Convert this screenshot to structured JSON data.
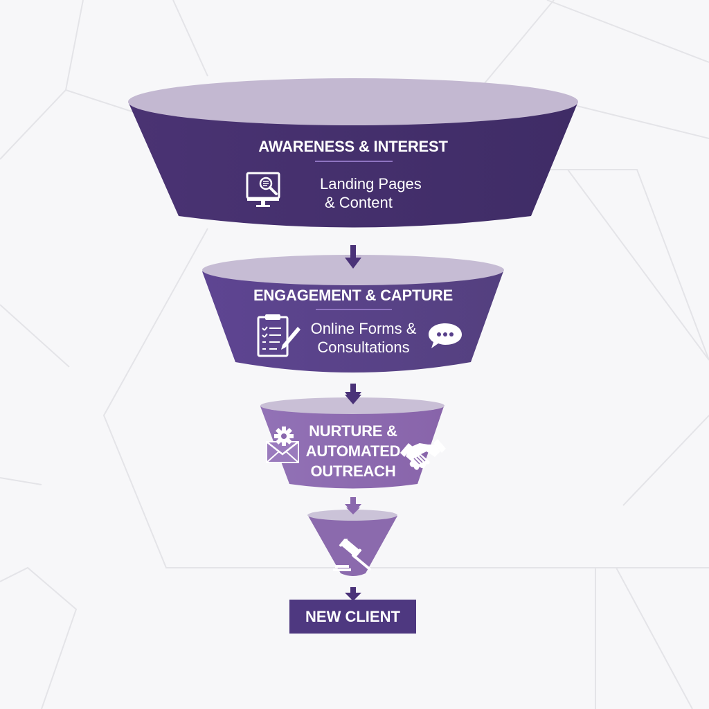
{
  "diagram": {
    "type": "sales-funnel",
    "stages": [
      {
        "title": "AWARENESS & INTEREST",
        "subtitle_line1": "Landing Pages",
        "subtitle_line2": "& Content",
        "icons": [
          "monitor-search-icon"
        ],
        "color": "#44306a",
        "rim_color": "#c3b8d1"
      },
      {
        "title": "ENGAGEMENT & CAPTURE",
        "subtitle_line1": "Online Forms &",
        "subtitle_line2": "Consultations",
        "icons": [
          "clipboard-pen-icon",
          "chat-bubble-icon"
        ],
        "color": "#573f8a",
        "rim_color": "#c6bcd4"
      },
      {
        "title_line1": "NURTURE &",
        "title_line2": "AUTOMATED",
        "title_line3": "OUTREACH",
        "icons": [
          "email-gear-icon",
          "handshake-icon"
        ],
        "color": "#8a68ad",
        "rim_color": "#c9bfd6"
      },
      {
        "title": "",
        "icons": [
          "gavel-icon"
        ],
        "color": "#8b6aad",
        "rim_color": "#cbc3d8"
      }
    ],
    "result": {
      "label": "NEW CLIENT",
      "color": "#4e3880"
    },
    "arrow_color": "#4a3278",
    "background_color": "#f7f7f9"
  }
}
